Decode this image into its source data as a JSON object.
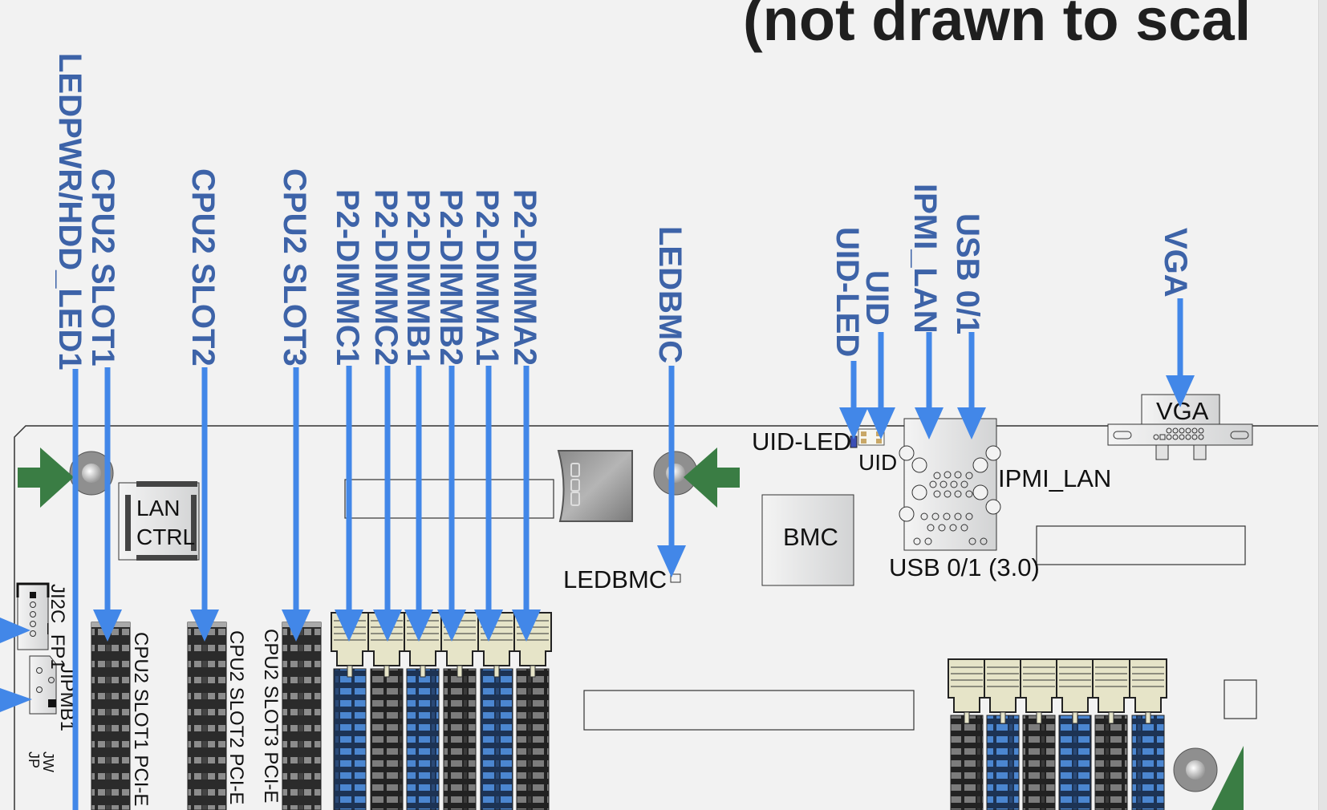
{
  "title": "(not drawn to scal",
  "callouts": [
    {
      "id": "ledpwr",
      "label": "LEDPWR/HDD_LED1"
    },
    {
      "id": "cpu2-slot1",
      "label": "CPU2 SLOT1"
    },
    {
      "id": "cpu2-slot2",
      "label": "CPU2 SLOT2"
    },
    {
      "id": "cpu2-slot3",
      "label": "CPU2 SLOT3"
    },
    {
      "id": "p2-dimmc1",
      "label": "P2-DIMMC1"
    },
    {
      "id": "p2-dimmc2",
      "label": "P2-DIMMC2"
    },
    {
      "id": "p2-dimmb1",
      "label": "P2-DIMMB1"
    },
    {
      "id": "p2-dimmb2",
      "label": "P2-DIMMB2"
    },
    {
      "id": "p2-dimma1",
      "label": "P2-DIMMA1"
    },
    {
      "id": "p2-dimma2",
      "label": "P2-DIMMA2"
    },
    {
      "id": "ledbmc",
      "label": "LEDBMC"
    },
    {
      "id": "uid-led",
      "label": "UID-LED"
    },
    {
      "id": "uid",
      "label": "UID"
    },
    {
      "id": "ipmi-lan",
      "label": "IPMI_LAN"
    },
    {
      "id": "usb01",
      "label": "USB 0/1"
    },
    {
      "id": "vga",
      "label": "VGA"
    }
  ],
  "board_labels": {
    "lan_ctrl_line1": "LAN",
    "lan_ctrl_line2": "CTRL",
    "bmc": "BMC",
    "ledbmc": "LEDBMC",
    "uid_led": "UID-LED",
    "uid": "UID",
    "ipmi_lan": "IPMI_LAN",
    "usb01": "USB 0/1 (3.0)",
    "vga": "VGA",
    "ji2c": "JI2C_FP1",
    "jipmb": "JIPMB1",
    "jw": "JW",
    "jp": "JP",
    "slot1": "CPU2 SLOT1 PCI-E",
    "slot2": "CPU2 SLOT2 PCI-E",
    "slot3": "CPU2 SLOT3 PCI-E"
  },
  "colors": {
    "callout_text": "#3d63a8",
    "arrow": "#4287e8",
    "mount_arrow": "#3a7d44",
    "dimm_blue": "#3d6fb3",
    "dimm_black": "#2e2e2e",
    "latch": "#e6e4c8"
  }
}
